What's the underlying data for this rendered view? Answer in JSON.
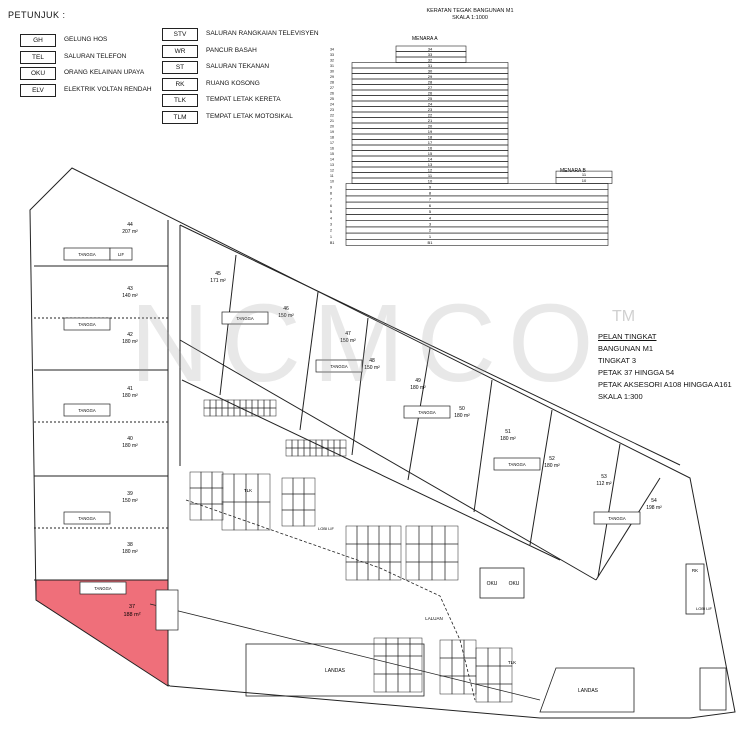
{
  "legend": {
    "title": "PETUNJUK :",
    "items": [
      {
        "code": "GH",
        "label": "GELUNG HOS"
      },
      {
        "code": "TEL",
        "label": "SALURAN TELEFON"
      },
      {
        "code": "OKU",
        "label": "ORANG KELAINAN UPAYA"
      },
      {
        "code": "ELV",
        "label": "ELEKTRIK VOLTAN RENDAH"
      },
      {
        "code": "STV",
        "label": "SALURAN RANGKAIAN TELEVISYEN"
      },
      {
        "code": "WR",
        "label": "PANCUR BASAH"
      },
      {
        "code": "ST",
        "label": "SALURAN TEKANAN"
      },
      {
        "code": "RK",
        "label": "RUANG KOSONG"
      },
      {
        "code": "TLK",
        "label": "TEMPAT LETAK KERETA"
      },
      {
        "code": "TLM",
        "label": "TEMPAT LETAK MOTOSIKAL"
      }
    ]
  },
  "section": {
    "title": "KERATAN TEGAK BANGUNAN M1",
    "scale": "SKALA 1:1000",
    "tower_a": "MENARA A",
    "tower_b": "MENARA B",
    "tower_a_floors": [
      "34",
      "33",
      "32",
      "31",
      "30",
      "29",
      "28",
      "27",
      "26",
      "25",
      "24",
      "23",
      "22",
      "21",
      "20",
      "19",
      "18",
      "17",
      "16",
      "15",
      "14",
      "13",
      "12",
      "11",
      "10"
    ],
    "podium_floors": [
      "9",
      "8",
      "7",
      "6",
      "5",
      "4",
      "3",
      "2",
      "1",
      "B1"
    ],
    "tower_b_floors": [
      "11",
      "10"
    ]
  },
  "plan_info": {
    "title": "PELAN TINGKAT",
    "building": "BANGUNAN M1",
    "level": "TINGKAT 3",
    "parcels": "PETAK 37 HINGGA 54",
    "accessory": "PETAK AKSESORI A108 HINGGA A161",
    "scale": "SKALA 1:300"
  },
  "watermark": "NCMCO",
  "trademark": "TM",
  "units_left": [
    {
      "id": "44",
      "area": "207 m²"
    },
    {
      "id": "43",
      "area": "140 m²"
    },
    {
      "id": "42",
      "area": "180 m²"
    },
    {
      "id": "41",
      "area": "180 m²"
    },
    {
      "id": "40",
      "area": "180 m²"
    },
    {
      "id": "39",
      "area": "150 m²"
    },
    {
      "id": "38",
      "area": "180 m²"
    }
  ],
  "units_diagonal": [
    {
      "id": "45",
      "area": "171 m²"
    },
    {
      "id": "46",
      "area": "150 m²"
    },
    {
      "id": "47",
      "area": "150 m²"
    },
    {
      "id": "48",
      "area": "150 m²"
    },
    {
      "id": "49",
      "area": "180 m²"
    },
    {
      "id": "50",
      "area": "180 m²"
    },
    {
      "id": "51",
      "area": "180 m²"
    },
    {
      "id": "52",
      "area": "180 m²"
    },
    {
      "id": "53",
      "area": "112 m²"
    },
    {
      "id": "54",
      "area": "198 m²"
    }
  ],
  "highlighted_unit": {
    "id": "37",
    "area": "188 m²"
  },
  "labels": {
    "tangga": "TANGGA",
    "lif": "LIF",
    "lobi_lif": "LOBI LIF",
    "landas": "LANDAS",
    "laluan": "LALUAN",
    "oku": "OKU",
    "tlk": "TLK",
    "rk": "RK"
  },
  "colors": {
    "highlight": "#ef6f7a",
    "line": "#222222"
  }
}
